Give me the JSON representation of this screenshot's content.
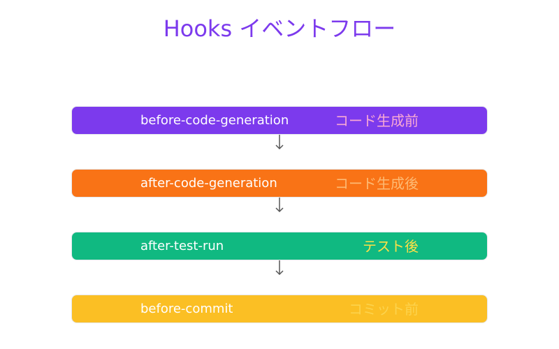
{
  "title": "Hooks イベントフロー",
  "events": [
    {
      "name": "before-code-generation",
      "desc": "コード生成前",
      "bg": "#7c3aed",
      "desc_color": "#f9a8d4"
    },
    {
      "name": "after-code-generation",
      "desc": "コード生成後",
      "bg": "#f97316",
      "desc_color": "#fdba74"
    },
    {
      "name": "after-test-run",
      "desc": "テスト後",
      "bg": "#10b981",
      "desc_color": "#fde047"
    },
    {
      "name": "before-commit",
      "desc": "コミット前",
      "bg": "#fbbf24",
      "desc_color": "#fcd34d"
    }
  ],
  "arrow_color": "#555555"
}
